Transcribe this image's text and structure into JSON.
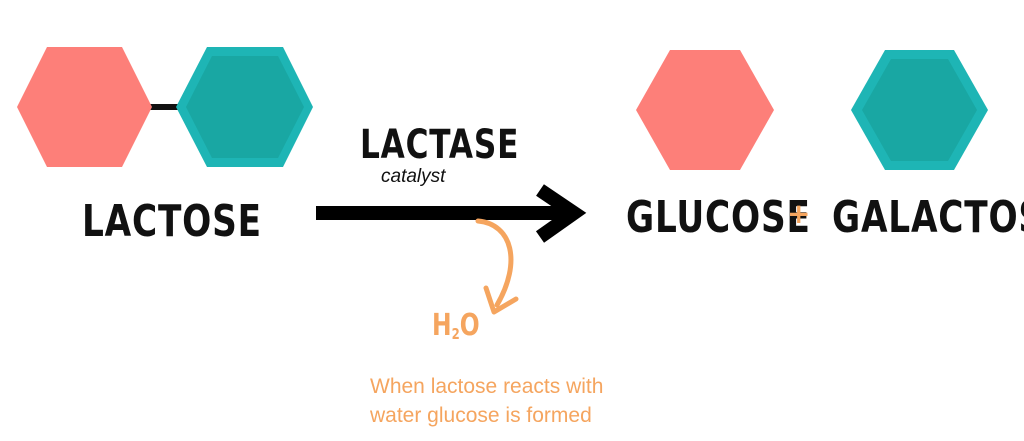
{
  "title": "Lactose hydrolysis",
  "reactant": {
    "label": "LACTOSE"
  },
  "enzyme": {
    "label": "LACTASE",
    "role": "catalyst"
  },
  "water": {
    "symbol": "H",
    "subscript": "2",
    "suffix": "O"
  },
  "products": {
    "first": "GLUCOSE",
    "plus": "+",
    "second": "GALACTOSE"
  },
  "caption": {
    "line1": "When lactose reacts with",
    "line2": "water glucose is formed"
  },
  "colors": {
    "glucose": "#fd7f79",
    "galactose_outer": "#1eb5b5",
    "galactose_inner": "#19a7a3",
    "accent": "#f5a55f",
    "ink": "#111111"
  },
  "icons": {
    "glucose": "hexagon-icon",
    "galactose": "hexagon-icon",
    "reaction": "arrow-right-icon",
    "water_release": "curved-arrow-down-icon"
  }
}
